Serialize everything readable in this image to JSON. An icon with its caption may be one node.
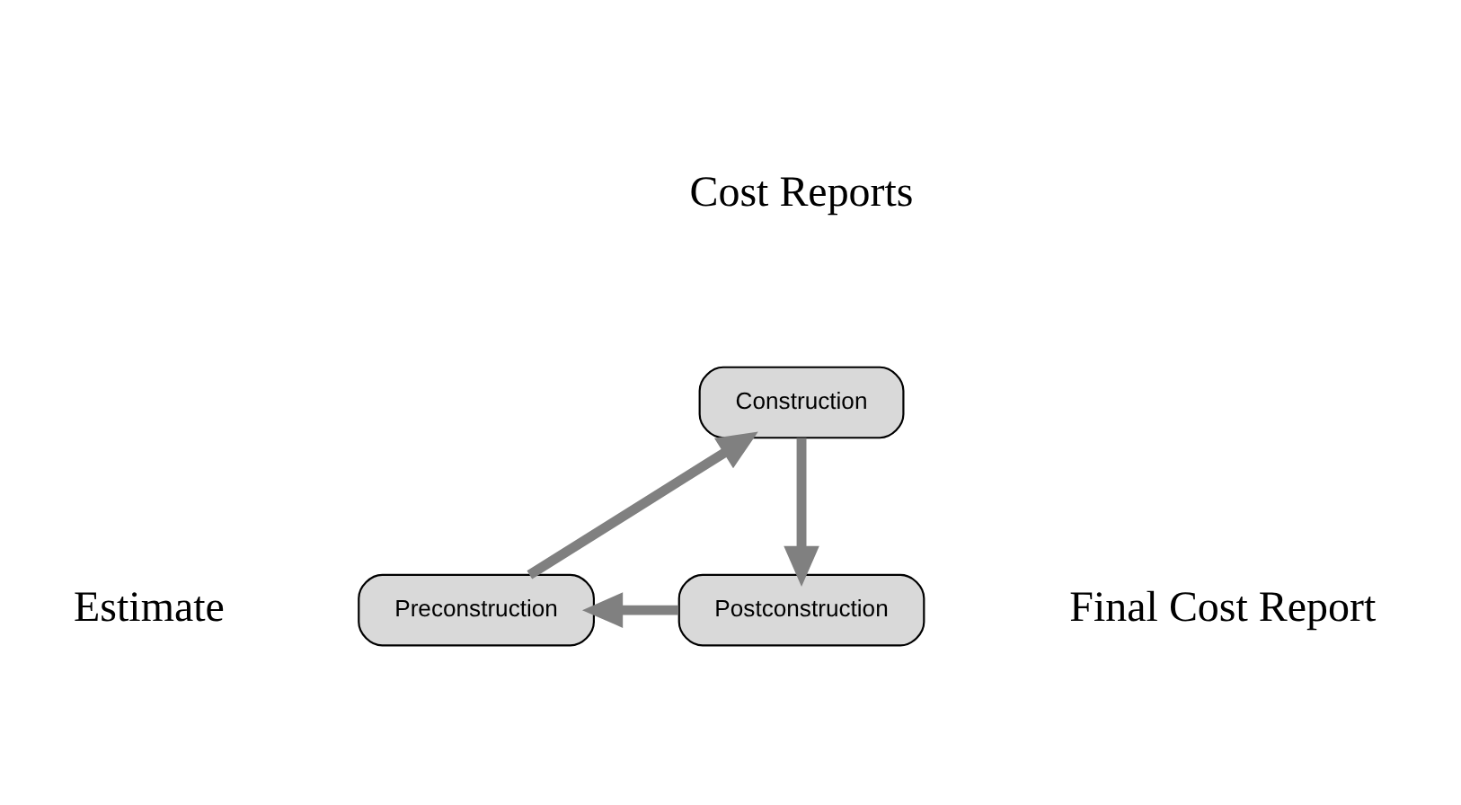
{
  "diagram": {
    "nodes": [
      {
        "text": [
          "Construction"
        ],
        "beside": [
          "Cost Reports"
        ]
      },
      {
        "text": [
          "Preconstruction"
        ],
        "beside": [
          "Estimate"
        ]
      },
      {
        "text": [
          "Postconstruction"
        ],
        "beside": [
          "Final Cost Report"
        ]
      }
    ],
    "edges": [
      {
        "from": 1,
        "to": 0,
        "arrow": "to"
      },
      {
        "from": 0,
        "to": 2,
        "arrow": "to"
      },
      {
        "from": 2,
        "to": 1,
        "arrow": "to"
      }
    ]
  }
}
